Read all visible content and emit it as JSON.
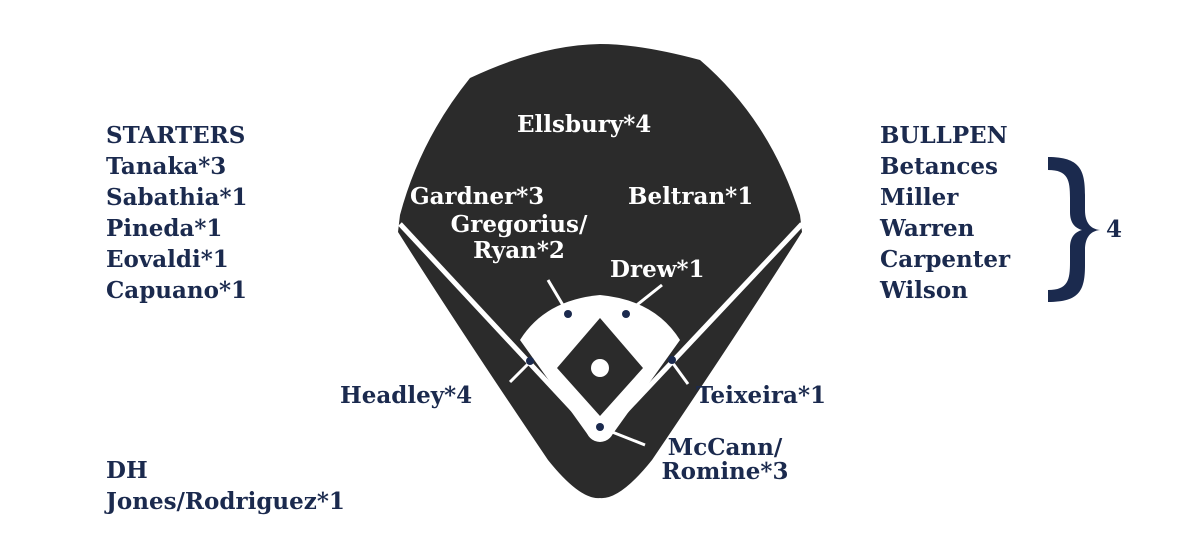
{
  "starters": {
    "header": "STARTERS",
    "players": [
      "Tanaka*3",
      "Sabathia*1",
      "Pineda*1",
      "Eovaldi*1",
      "Capuano*1"
    ]
  },
  "bullpen": {
    "header": "BULLPEN",
    "players": [
      "Betances",
      "Miller",
      "Warren",
      "Carpenter",
      "Wilson"
    ],
    "count": "4"
  },
  "dh": {
    "header": "DH",
    "player": "Jones/Rodriguez*1"
  },
  "field": {
    "cf": "Ellsbury*4",
    "lf": "Gardner*3",
    "rf": "Beltran*1",
    "ss_line1": "Gregorius/",
    "ss_line2": "Ryan*2",
    "second_base": "Drew*1",
    "third_base": "Headley*4",
    "first_base": "Teixeira*1",
    "catcher_line1": "McCann/",
    "catcher_line2": "Romine*3"
  },
  "colors": {
    "field": "#2b2b2b",
    "text_navy": "#1b2a4e",
    "marker": "#1b2a4e",
    "lines": "#ffffff"
  }
}
